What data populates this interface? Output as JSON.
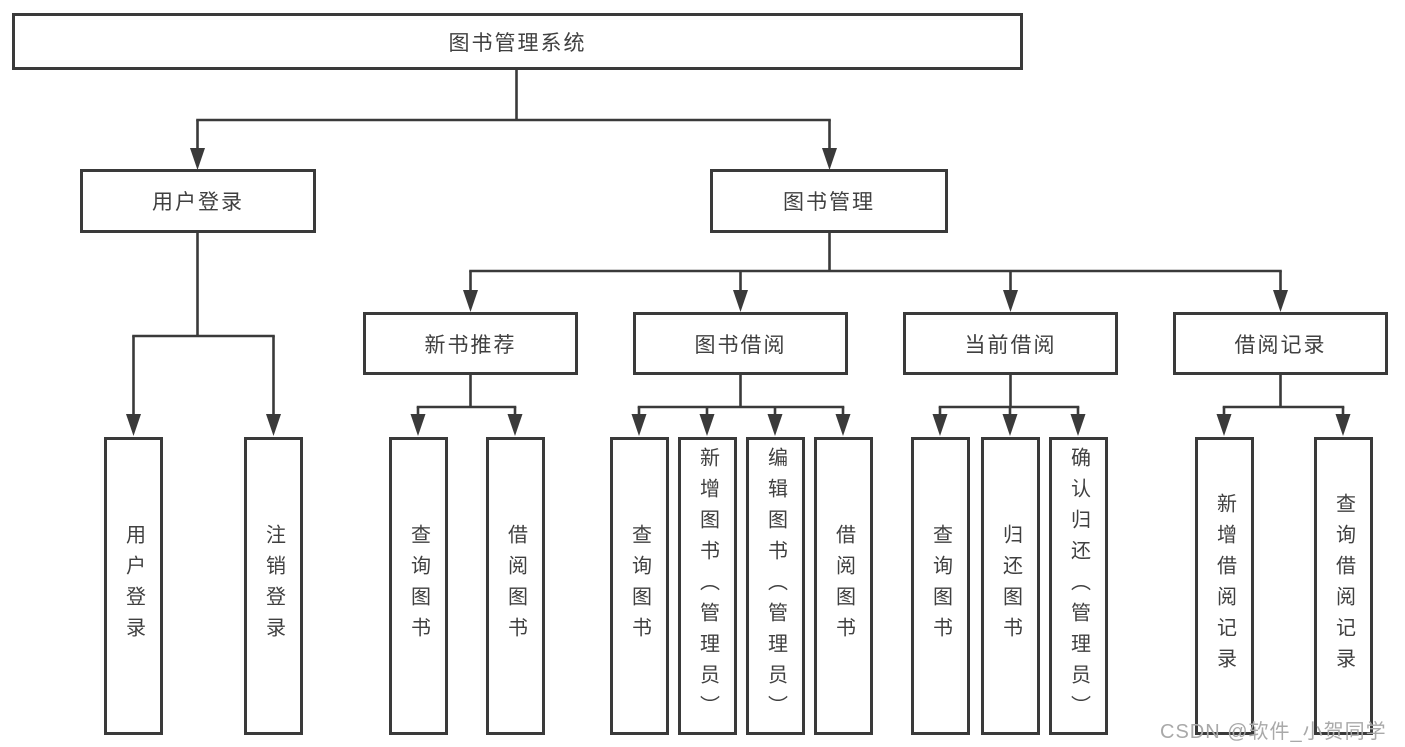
{
  "diagram": {
    "root": {
      "label": "图书管理系统"
    },
    "level2": {
      "user_login": {
        "label": "用户登录"
      },
      "book_management": {
        "label": "图书管理"
      }
    },
    "level3": {
      "new_book_recommend": {
        "label": "新书推荐"
      },
      "book_borrowing": {
        "label": "图书借阅"
      },
      "current_borrowing": {
        "label": "当前借阅"
      },
      "borrowing_records": {
        "label": "借阅记录"
      }
    },
    "leaves": {
      "user_login": [
        {
          "label": "用户登录"
        },
        {
          "label": "注销登录"
        }
      ],
      "new_book_recommend": [
        {
          "label": "查询图书"
        },
        {
          "label": "借阅图书"
        }
      ],
      "book_borrowing": [
        {
          "label": "查询图书"
        },
        {
          "label": "新增图书（管理员）"
        },
        {
          "label": "编辑图书（管理员）"
        },
        {
          "label": "借阅图书"
        }
      ],
      "current_borrowing": [
        {
          "label": "查询图书"
        },
        {
          "label": "归还图书"
        },
        {
          "label": "确认归还（管理员）"
        }
      ],
      "borrowing_records": [
        {
          "label": "新增借阅记录"
        },
        {
          "label": "查询借阅记录"
        }
      ]
    }
  },
  "watermark": {
    "text": "CSDN @软件_小贺同学"
  },
  "colors": {
    "line": "#3a3a3a",
    "text": "#404040",
    "background": "#ffffff",
    "watermark": "#a9a9a9"
  }
}
